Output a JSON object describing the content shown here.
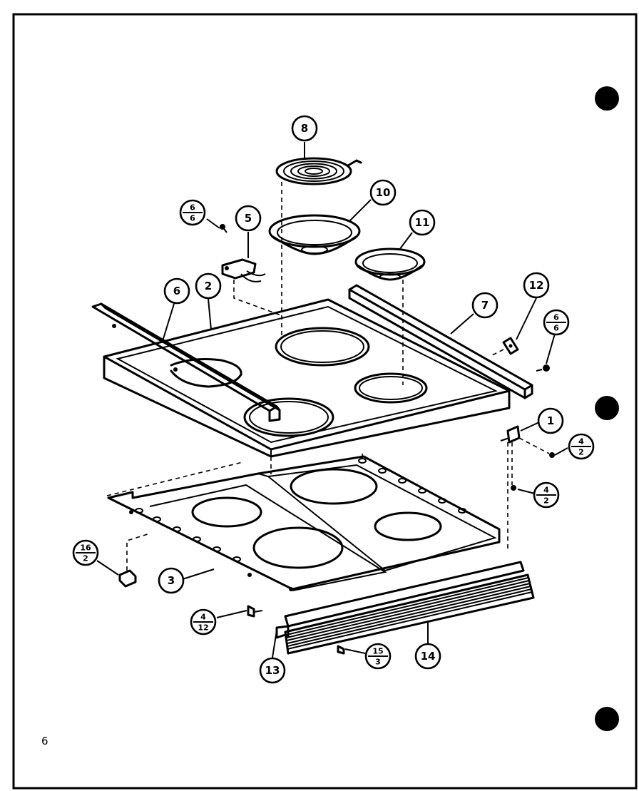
{
  "page": {
    "number": "6"
  },
  "callouts": [
    {
      "id": "c8",
      "label": "8"
    },
    {
      "id": "c10",
      "label": "10"
    },
    {
      "id": "c5",
      "label": "5"
    },
    {
      "id": "c11",
      "label": "11"
    },
    {
      "id": "c6",
      "label": "6"
    },
    {
      "id": "c2",
      "label": "2"
    },
    {
      "id": "c12",
      "label": "12"
    },
    {
      "id": "c7",
      "label": "7"
    },
    {
      "id": "c1",
      "label": "1"
    },
    {
      "id": "c3",
      "label": "3"
    },
    {
      "id": "c13",
      "label": "13"
    },
    {
      "id": "c14",
      "label": "14"
    }
  ],
  "fractions": [
    {
      "id": "f6_6a",
      "num": "6",
      "den": "6"
    },
    {
      "id": "f6_6b",
      "num": "6",
      "den": "6"
    },
    {
      "id": "f4_2a",
      "num": "4",
      "den": "2"
    },
    {
      "id": "f4_2b",
      "num": "4",
      "den": "2"
    },
    {
      "id": "f16_2",
      "num": "16",
      "den": "2"
    },
    {
      "id": "f4_12",
      "num": "4",
      "den": "12"
    },
    {
      "id": "f15_3",
      "num": "15",
      "den": "3"
    }
  ]
}
